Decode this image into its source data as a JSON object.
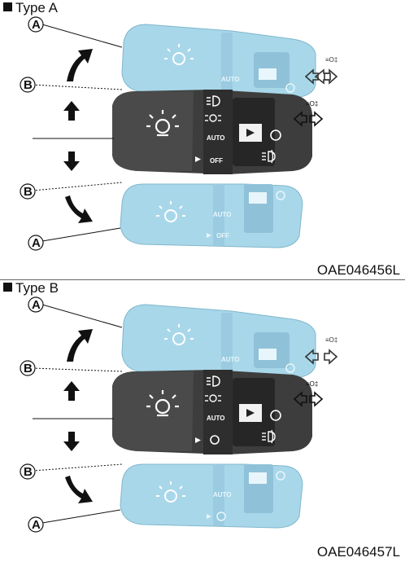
{
  "panels": [
    {
      "heading": "Type A",
      "code": "OAE046456L",
      "callouts": {
        "a": "A",
        "b": "B"
      },
      "switch_labels": {
        "auto": "AUTO",
        "off": "OFF"
      }
    },
    {
      "heading": "Type B",
      "code": "OAE046457L",
      "callouts": {
        "a": "A",
        "b": "B"
      },
      "switch_labels": {
        "auto": "AUTO"
      }
    }
  ],
  "colors": {
    "ghost": "#a8d7e9",
    "ghost_edge": "#7fb7cc",
    "lever": "#3d3d3d",
    "lever_dark": "#262626",
    "ink": "#111111"
  },
  "icons": [
    "headlamp-icon",
    "low-beam-icon",
    "parking-lamp-icon",
    "front-fog-icon",
    "turn-arrows-icon",
    "arrow-up-icon",
    "arrow-down-icon",
    "curved-arrow-icon"
  ]
}
